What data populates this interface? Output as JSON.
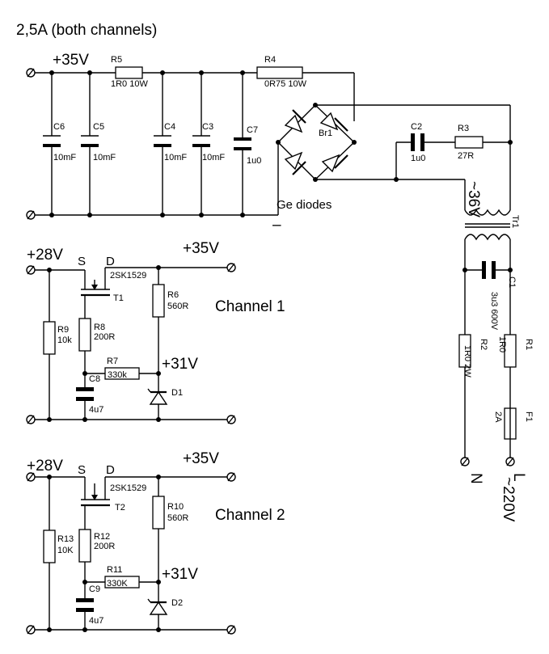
{
  "title": "2,5A (both channels)",
  "supply": {
    "v35_label": "+35V",
    "ge_diodes_label": "Ge diodes",
    "minus_label": "–",
    "parts": {
      "r5": {
        "ref": "R5",
        "value": "1R0 10W"
      },
      "r4": {
        "ref": "R4",
        "value": "0R75 10W"
      },
      "c6": {
        "ref": "C6",
        "value": "10mF"
      },
      "c5": {
        "ref": "C5",
        "value": "10mF"
      },
      "c4": {
        "ref": "C4",
        "value": "10mF"
      },
      "c3": {
        "ref": "C3",
        "value": "10mF"
      },
      "c7": {
        "ref": "C7",
        "value": "1u0"
      },
      "br1": {
        "ref": "Br1"
      },
      "c2": {
        "ref": "C2",
        "value": "1u0"
      },
      "r3": {
        "ref": "R3",
        "value": "27R"
      }
    }
  },
  "transformer": {
    "ref": "Tr1",
    "secondary_label": "~36V",
    "mains_label": "~220V",
    "n_label": "N",
    "l_label": "L",
    "parts": {
      "c1": {
        "ref": "C1",
        "value": "3u3 600V"
      },
      "r2": {
        "ref": "R2",
        "value": "1R0 2W"
      },
      "r1": {
        "ref": "R1",
        "value": "1R0"
      },
      "f1": {
        "ref": "F1",
        "value": "2A"
      }
    }
  },
  "channels": [
    {
      "name": "Channel 1",
      "v28_label": "+28V",
      "v35_label": "+35V",
      "v31_label": "+31V",
      "s_label": "S",
      "d_label": "D",
      "fet": {
        "ref": "T1",
        "type": "2SK1529"
      },
      "rg": {
        "ref": "R9",
        "value": "10k"
      },
      "rs": {
        "ref": "R8",
        "value": "200R"
      },
      "rd": {
        "ref": "R6",
        "value": "560R"
      },
      "rf": {
        "ref": "R7",
        "value": "330k"
      },
      "c": {
        "ref": "C8",
        "value": "4u7"
      },
      "d": {
        "ref": "D1"
      }
    },
    {
      "name": "Channel 2",
      "v28_label": "+28V",
      "v35_label": "+35V",
      "v31_label": "+31V",
      "s_label": "S",
      "d_label": "D",
      "fet": {
        "ref": "T2",
        "type": "2SK1529"
      },
      "rg": {
        "ref": "R13",
        "value": "10K"
      },
      "rs": {
        "ref": "R12",
        "value": "200R"
      },
      "rd": {
        "ref": "R10",
        "value": "560R"
      },
      "rf": {
        "ref": "R11",
        "value": "330K"
      },
      "c": {
        "ref": "C9",
        "value": "4u7"
      },
      "d": {
        "ref": "D2"
      }
    }
  ]
}
